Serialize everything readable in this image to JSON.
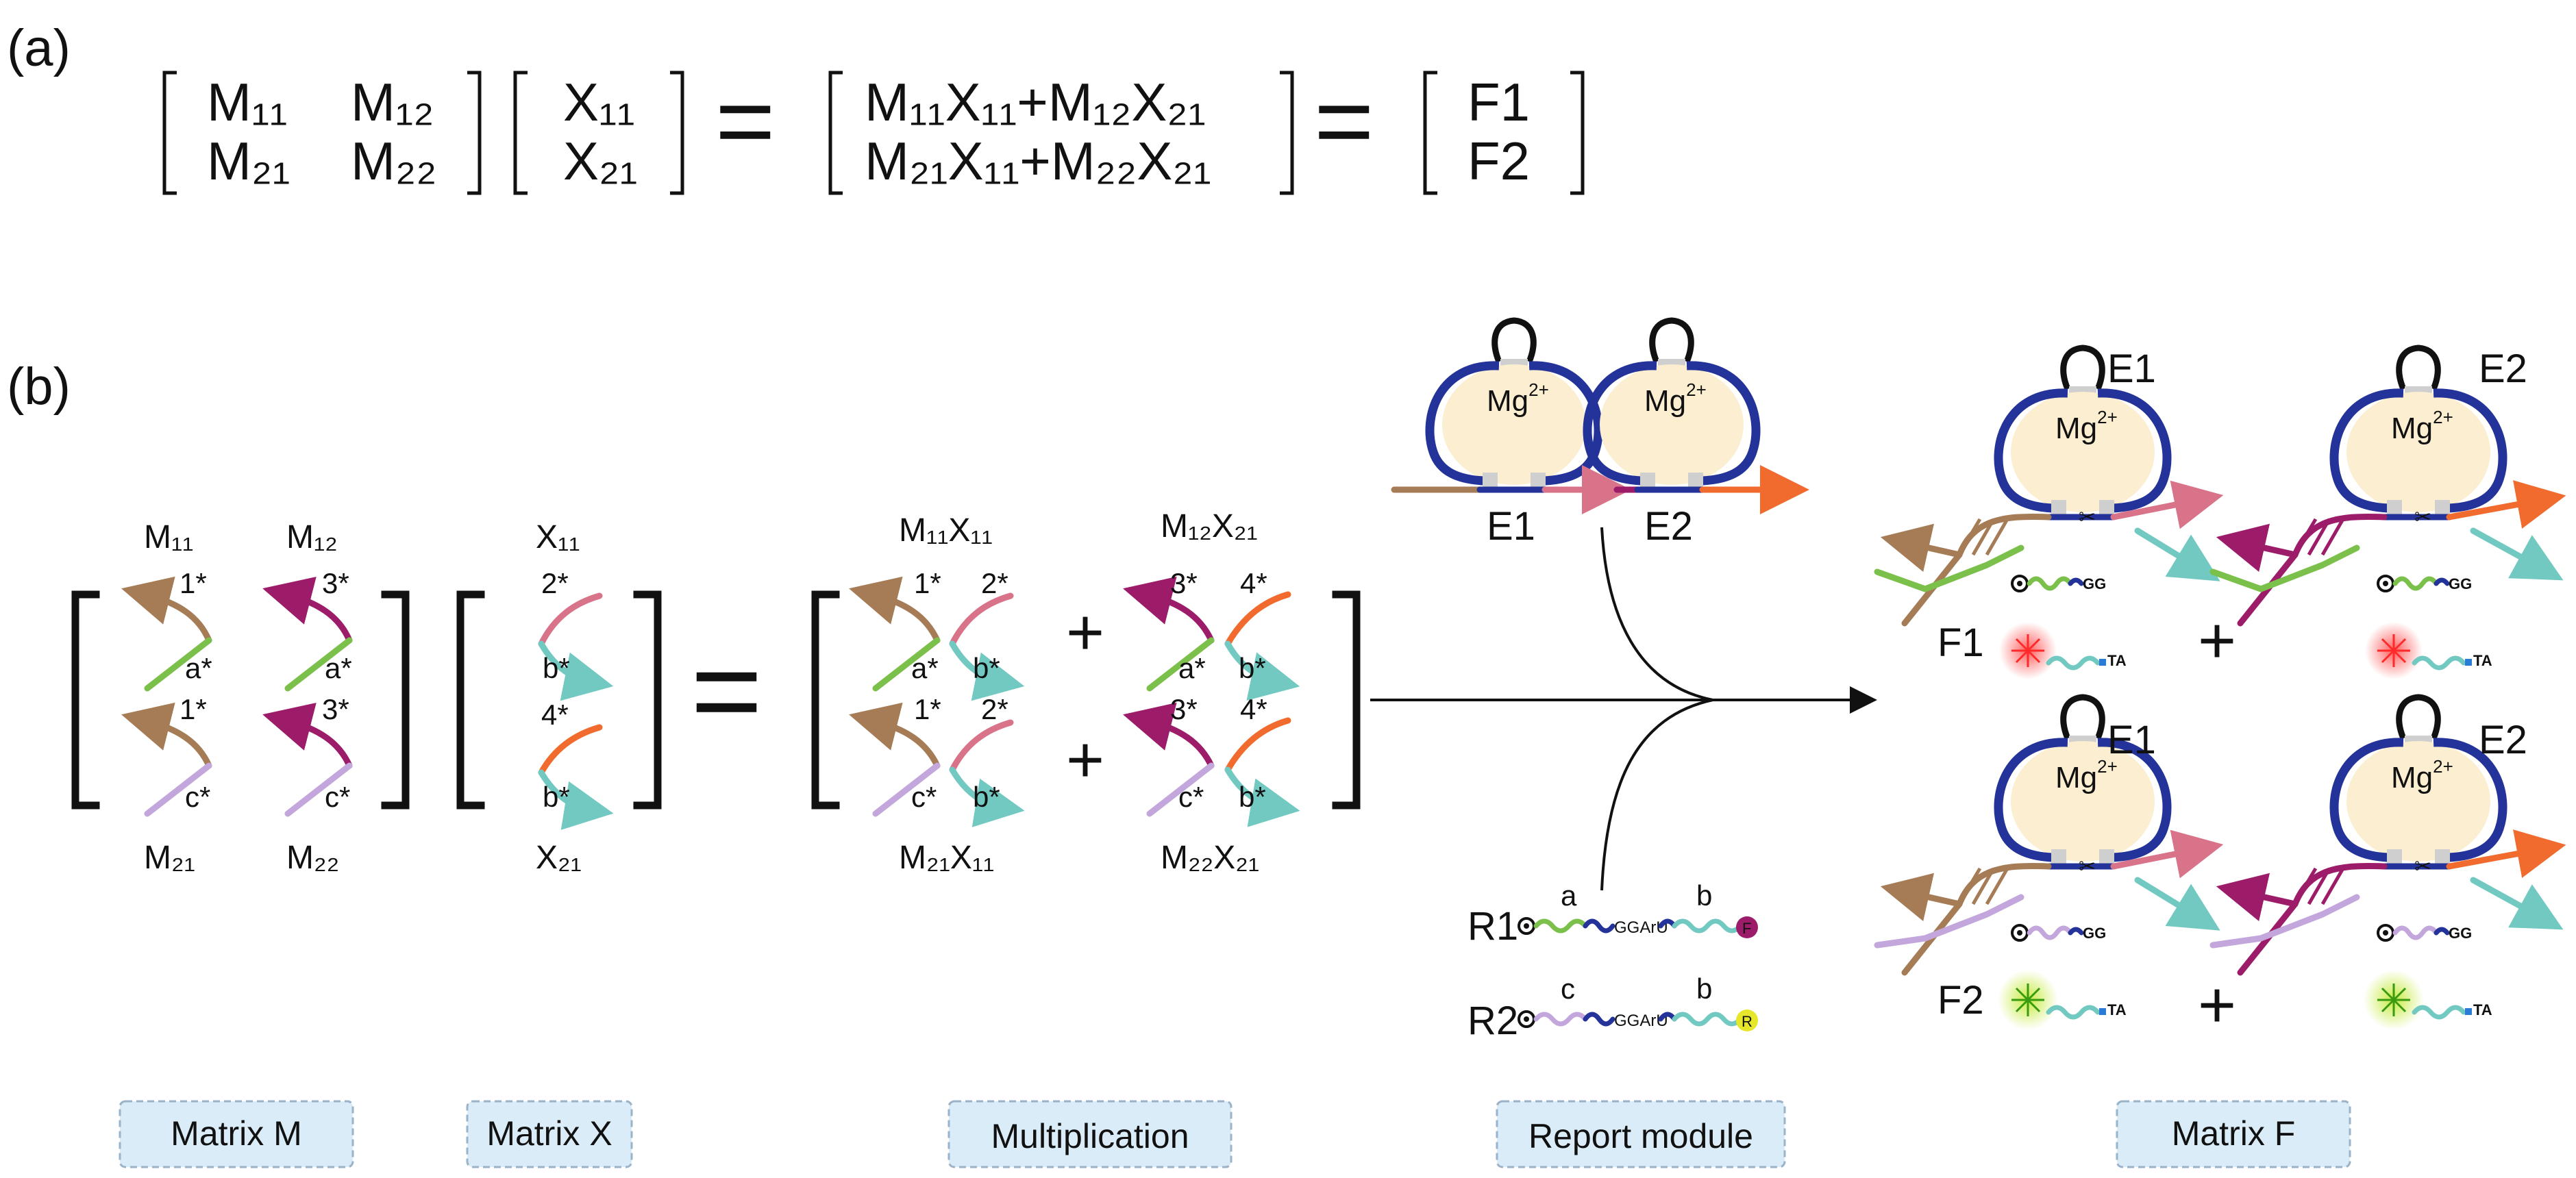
{
  "panel_a": {
    "label": "(a)",
    "matrix_m": {
      "r1c1": "M₁₁",
      "r1c2": "M₁₂",
      "r2c1": "M₂₁",
      "r2c2": "M₂₂"
    },
    "matrix_x": {
      "r1": "X₁₁",
      "r2": "X₂₁"
    },
    "product": {
      "r1": "M₁₁X₁₁+M₁₂X₂₁",
      "r2": "M₂₁X₁₁+M₂₂X₂₁"
    },
    "result": {
      "r1": "F1",
      "r2": "F2"
    },
    "equals": "="
  },
  "panel_b": {
    "label": "(b)",
    "matrix_m": {
      "m11": "M₁₁",
      "m12": "M₁₂",
      "m21": "M₂₁",
      "m22": "M₂₂",
      "m11_top": "1*",
      "m11_bot": "a*",
      "m12_top": "3*",
      "m12_bot": "a*",
      "m21_top": "1*",
      "m21_bot": "c*",
      "m22_top": "3*",
      "m22_bot": "c*"
    },
    "matrix_x": {
      "x11": "X₁₁",
      "x21": "X₂₁",
      "x11_top": "2*",
      "x11_bot": "b*",
      "x21_top": "4*",
      "x21_bot": "b*"
    },
    "multiplication": {
      "m11x11": "M₁₁X₁₁",
      "m12x21": "M₁₂X₂₁",
      "m21x11": "M₂₁X₁₁",
      "m22x21": "M₂₂X₂₁",
      "plus": "+",
      "tl": [
        "1*",
        "a*",
        "2*",
        "b*"
      ],
      "tr": [
        "3*",
        "a*",
        "4*",
        "b*"
      ],
      "bl": [
        "1*",
        "c*",
        "2*",
        "b*"
      ],
      "br": [
        "3*",
        "c*",
        "4*",
        "b*"
      ]
    },
    "enzymes": {
      "e1": "E1",
      "e2": "E2",
      "ion": "Mg",
      "ion_sup": "2+"
    },
    "reporters": {
      "r1": "R1",
      "r2": "R2",
      "r1_a": "a",
      "r1_b": "b",
      "r2_c": "c",
      "r2_b": "b",
      "core": "GGArU",
      "r1_end": "F",
      "r2_end": "R"
    },
    "outputs": {
      "f1": "F1",
      "f2": "F2",
      "plus": "+",
      "gg": "GG",
      "ta": "TA"
    },
    "captions": {
      "matrix_m": "Matrix  M",
      "matrix_x": "Matrix  X",
      "multiplication": "Multiplication",
      "report": "Report module",
      "matrix_f": "Matrix  F"
    }
  },
  "colors": {
    "brown": "#a57c55",
    "magenta": "#9c1c6a",
    "green": "#7cc04c",
    "lavender": "#c3a6dc",
    "pink": "#d8738a",
    "teal": "#72c9c1",
    "orange": "#f06b2d",
    "navy": "#233399",
    "cream": "#fbeed1",
    "caption_fill": "#d9ecf8",
    "caption_border": "#9ab3c8",
    "red_glow": "#ff2a2a",
    "green_glow": "#6ccb1a"
  }
}
